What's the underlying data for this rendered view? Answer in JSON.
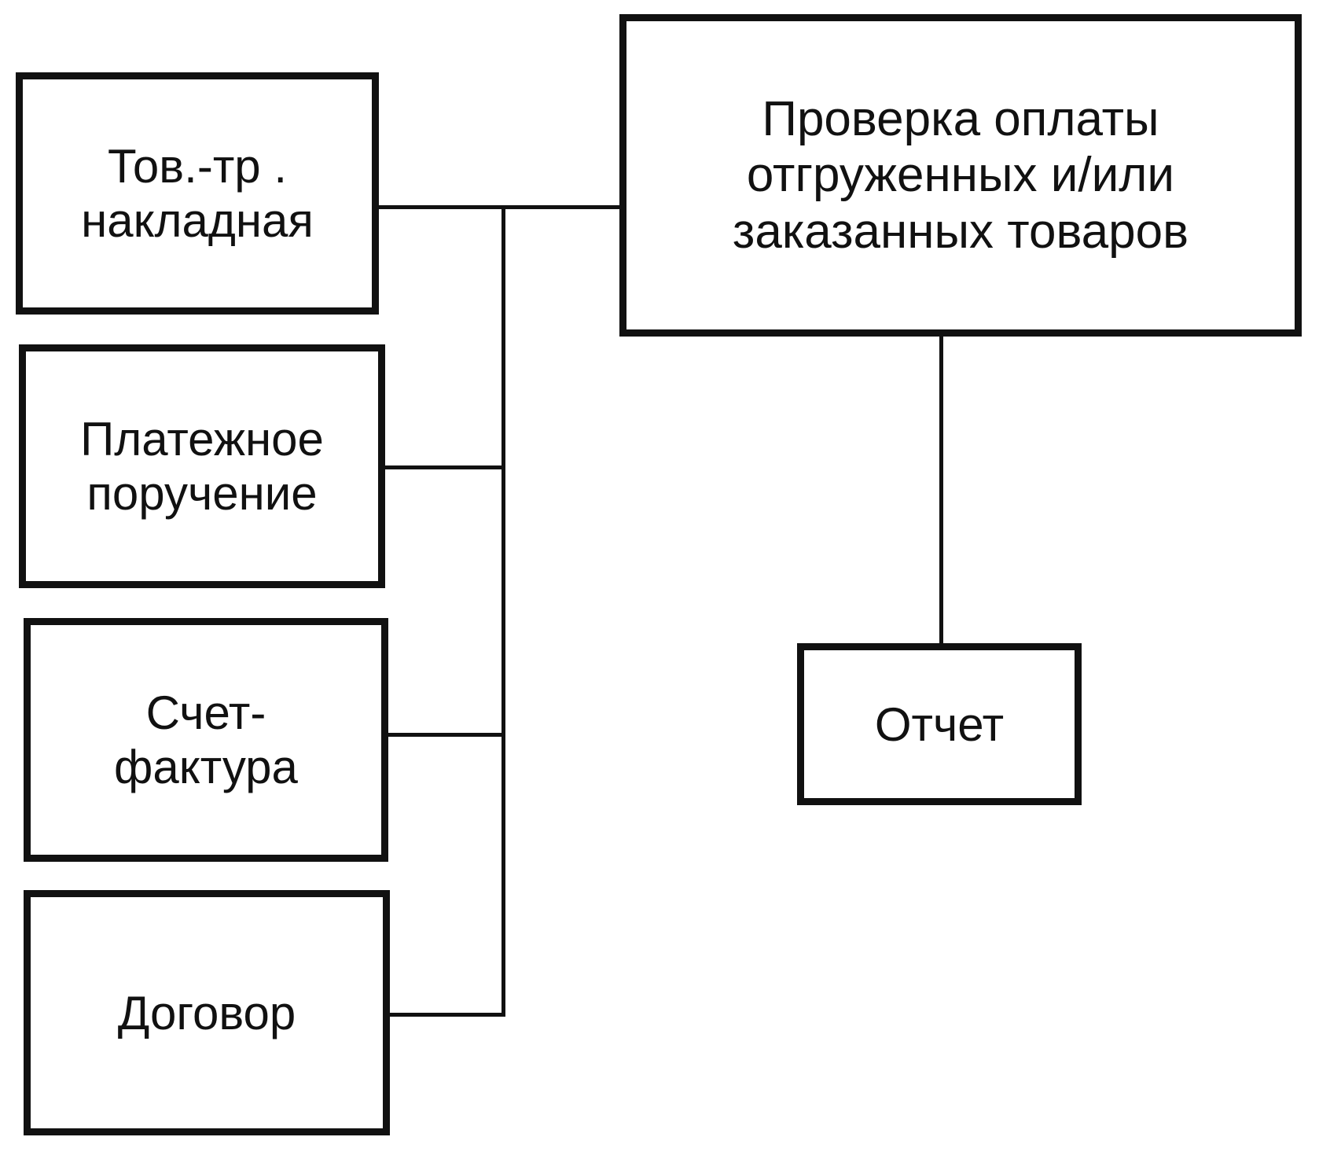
{
  "boxes": {
    "waybill": "Тов.-тр .\nнакладная",
    "payment_order": "Платежное\nпоручение",
    "invoice": "Счет-\nфактура",
    "contract": "Договор",
    "check": "Проверка оплаты\nотгруженных и/или\nзаказанных товаров",
    "report": "Отчет"
  },
  "colors": {
    "stroke": "#111111",
    "background": "#ffffff"
  }
}
